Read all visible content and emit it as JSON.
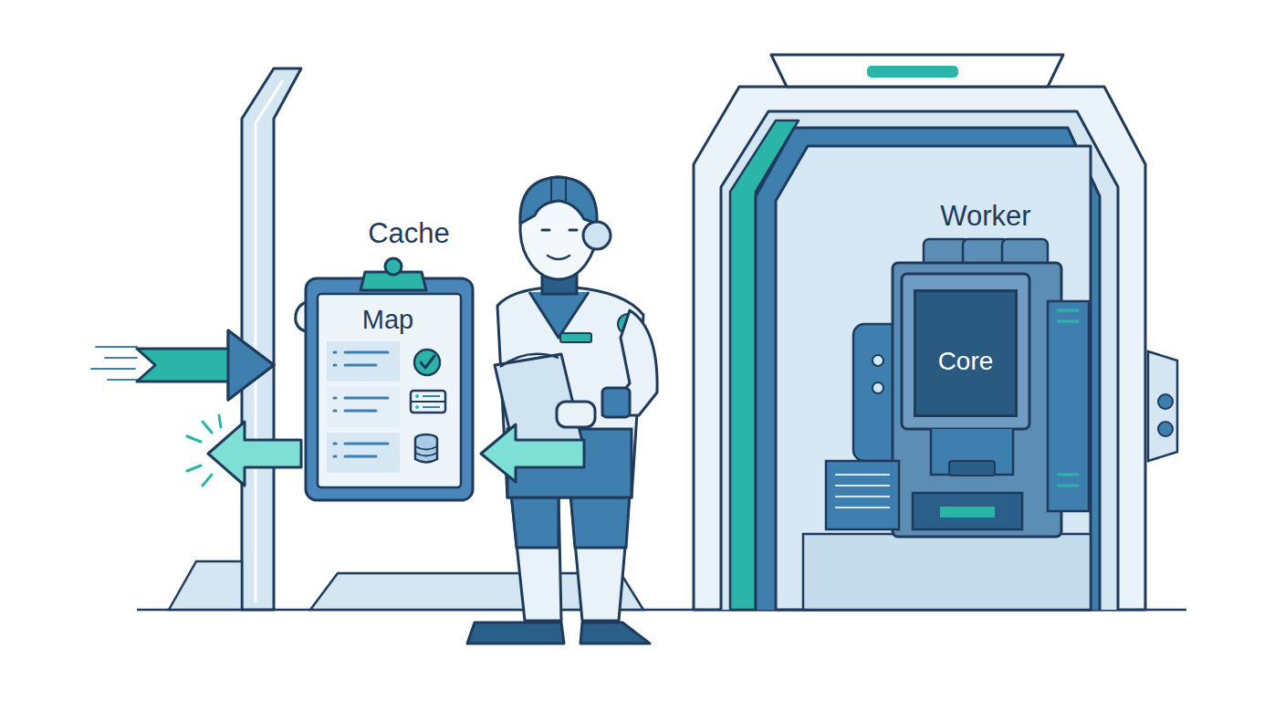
{
  "diagram": {
    "nodes": [
      {
        "text": [
          "Cache",
          "Map"
        ]
      },
      {
        "text": [
          "Worker"
        ]
      },
      {
        "text": [
          "Core"
        ],
        "in": 1
      }
    ]
  }
}
